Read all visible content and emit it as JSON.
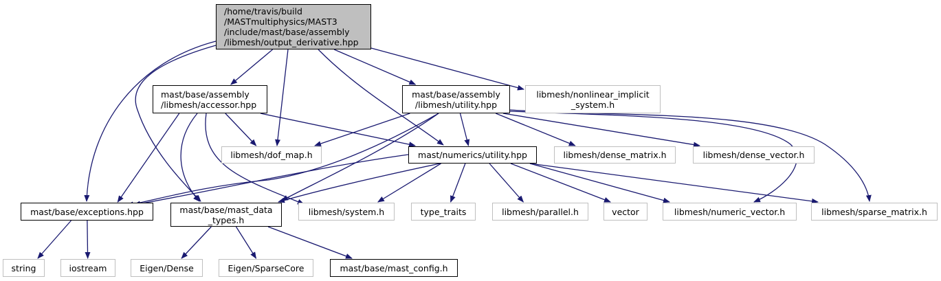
{
  "graph": {
    "title": "Include dependency graph",
    "edge_color": "#191970",
    "nodes": [
      {
        "id": "root",
        "lines": [
          "/home/travis/build",
          "/MASTmultiphysics/MAST3",
          "/include/mast/base/assembly",
          "/libmesh/output_derivative.hpp"
        ],
        "kind": "root"
      },
      {
        "id": "accessor",
        "lines": [
          "mast/base/assembly",
          "/libmesh/accessor.hpp"
        ],
        "kind": "documented"
      },
      {
        "id": "asm_utility",
        "lines": [
          "mast/base/assembly",
          "/libmesh/utility.hpp"
        ],
        "kind": "documented"
      },
      {
        "id": "nonlinear",
        "lines": [
          "libmesh/nonlinear_implicit",
          "_system.h"
        ],
        "kind": "external"
      },
      {
        "id": "dof_map",
        "lines": [
          "libmesh/dof_map.h"
        ],
        "kind": "external"
      },
      {
        "id": "num_utility",
        "lines": [
          "mast/numerics/utility.hpp"
        ],
        "kind": "documented"
      },
      {
        "id": "dense_matrix",
        "lines": [
          "libmesh/dense_matrix.h"
        ],
        "kind": "external"
      },
      {
        "id": "dense_vector",
        "lines": [
          "libmesh/dense_vector.h"
        ],
        "kind": "external"
      },
      {
        "id": "exceptions",
        "lines": [
          "mast/base/exceptions.hpp"
        ],
        "kind": "documented"
      },
      {
        "id": "data_types",
        "lines": [
          "mast/base/mast_data",
          "_types.h"
        ],
        "kind": "documented"
      },
      {
        "id": "system",
        "lines": [
          "libmesh/system.h"
        ],
        "kind": "external"
      },
      {
        "id": "type_traits",
        "lines": [
          "type_traits"
        ],
        "kind": "external"
      },
      {
        "id": "parallel",
        "lines": [
          "libmesh/parallel.h"
        ],
        "kind": "external"
      },
      {
        "id": "vector",
        "lines": [
          "vector"
        ],
        "kind": "external"
      },
      {
        "id": "numeric_vector",
        "lines": [
          "libmesh/numeric_vector.h"
        ],
        "kind": "external"
      },
      {
        "id": "sparse_matrix",
        "lines": [
          "libmesh/sparse_matrix.h"
        ],
        "kind": "external"
      },
      {
        "id": "string",
        "lines": [
          "string"
        ],
        "kind": "external"
      },
      {
        "id": "iostream",
        "lines": [
          "iostream"
        ],
        "kind": "external"
      },
      {
        "id": "eigen_dense",
        "lines": [
          "Eigen/Dense"
        ],
        "kind": "external"
      },
      {
        "id": "eigen_sparse",
        "lines": [
          "Eigen/SparseCore"
        ],
        "kind": "external"
      },
      {
        "id": "mast_config",
        "lines": [
          "mast/base/mast_config.h"
        ],
        "kind": "documented"
      }
    ],
    "edges": [
      [
        "root",
        "accessor"
      ],
      [
        "root",
        "asm_utility"
      ],
      [
        "root",
        "nonlinear"
      ],
      [
        "root",
        "dof_map"
      ],
      [
        "root",
        "num_utility"
      ],
      [
        "root",
        "exceptions"
      ],
      [
        "root",
        "data_types"
      ],
      [
        "accessor",
        "dof_map"
      ],
      [
        "accessor",
        "num_utility"
      ],
      [
        "accessor",
        "exceptions"
      ],
      [
        "accessor",
        "data_types"
      ],
      [
        "accessor",
        "system"
      ],
      [
        "asm_utility",
        "dof_map"
      ],
      [
        "asm_utility",
        "num_utility"
      ],
      [
        "asm_utility",
        "exceptions"
      ],
      [
        "asm_utility",
        "data_types"
      ],
      [
        "asm_utility",
        "dense_matrix"
      ],
      [
        "asm_utility",
        "dense_vector"
      ],
      [
        "asm_utility",
        "numeric_vector"
      ],
      [
        "asm_utility",
        "sparse_matrix"
      ],
      [
        "num_utility",
        "exceptions"
      ],
      [
        "num_utility",
        "data_types"
      ],
      [
        "num_utility",
        "system"
      ],
      [
        "num_utility",
        "type_traits"
      ],
      [
        "num_utility",
        "parallel"
      ],
      [
        "num_utility",
        "vector"
      ],
      [
        "num_utility",
        "numeric_vector"
      ],
      [
        "num_utility",
        "sparse_matrix"
      ],
      [
        "exceptions",
        "string"
      ],
      [
        "exceptions",
        "iostream"
      ],
      [
        "data_types",
        "eigen_dense"
      ],
      [
        "data_types",
        "eigen_sparse"
      ],
      [
        "data_types",
        "mast_config"
      ]
    ]
  }
}
